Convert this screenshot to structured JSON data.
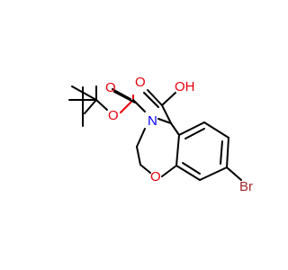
{
  "structure": {
    "background": "#ffffff",
    "bond_color": "#000000",
    "atoms": {
      "ring_oxygen": {
        "label": "O",
        "color": "#e8000b"
      },
      "nitrogen": {
        "label": "N",
        "color": "#0000ff"
      },
      "bromine": {
        "label": "Br",
        "color": "#a52a2a"
      },
      "ester_carbonyl_oxygen": {
        "label": "O",
        "color": "#e8000b"
      },
      "ester_ether_oxygen": {
        "label": "O",
        "color": "#e8000b"
      },
      "acid_carbonyl_oxygen": {
        "label": "O",
        "color": "#e8000b"
      },
      "hydroxyl": {
        "label": "OH",
        "color": "#e8000b"
      }
    }
  }
}
